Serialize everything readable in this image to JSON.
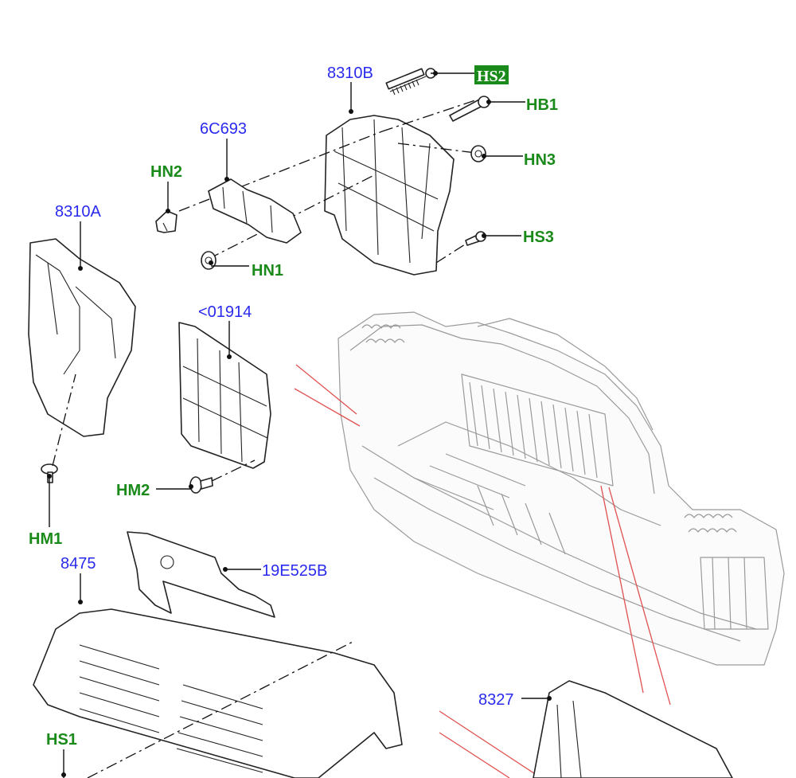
{
  "labels": {
    "8310B": "8310B",
    "6C693": "6C693",
    "HN2": "HN2",
    "8310A": "8310A",
    "HS2": "HS2",
    "HB1": "HB1",
    "HN3": "HN3",
    "HS3": "HS3",
    "HN1": "HN1",
    "01914": "<01914",
    "HM2": "HM2",
    "HM1": "HM1",
    "8475": "8475",
    "19E525B": "19E525B",
    "8327": "8327",
    "HS1": "HS1"
  },
  "colors": {
    "part_number": "#2a2aee",
    "fastener_code": "#1a8a1a",
    "highlight_box": "#1a8a1a",
    "callout_line": "#e05050"
  }
}
